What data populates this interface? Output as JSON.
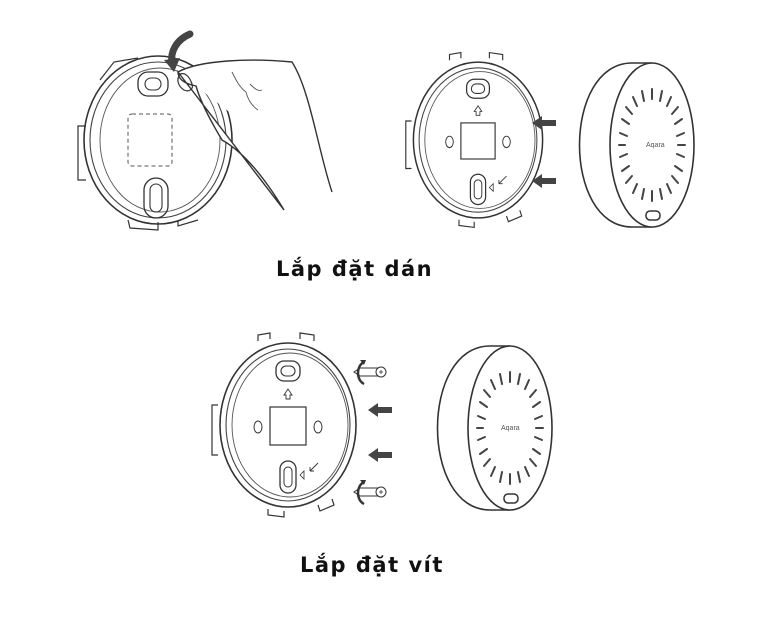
{
  "sections": [
    {
      "id": "adhesive",
      "caption": "Lắp đặt dán",
      "steps": [
        "peel-adhesive-backing",
        "attach-device-to-base"
      ],
      "arrows": 2
    },
    {
      "id": "screw",
      "caption": "Lắp đặt vít",
      "steps": [
        "screw-base-to-wall",
        "attach-device-to-base"
      ],
      "arrows": 2,
      "screws": 2
    }
  ],
  "device": {
    "brand_label": "Aqara"
  },
  "colors": {
    "line": "#333333",
    "arrow": "#444444",
    "background": "#ffffff",
    "text": "#111111"
  }
}
